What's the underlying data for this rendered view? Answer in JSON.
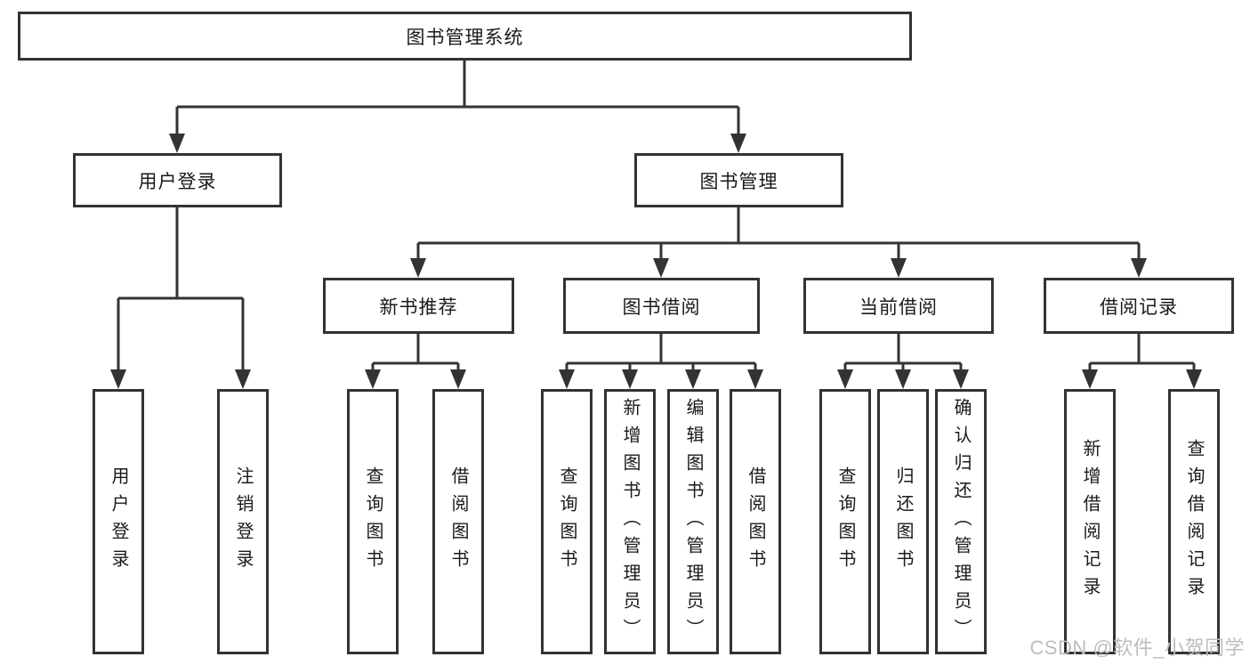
{
  "tree": {
    "label": "图书管理系统",
    "children": [
      {
        "label": "用户登录",
        "children": [
          {
            "label": "用户登录"
          },
          {
            "label": "注销登录"
          }
        ]
      },
      {
        "label": "图书管理",
        "children": [
          {
            "label": "新书推荐",
            "children": [
              {
                "label": "查询图书"
              },
              {
                "label": "借阅图书"
              }
            ]
          },
          {
            "label": "图书借阅",
            "children": [
              {
                "label": "查询图书"
              },
              {
                "label": "新增图书（管理员）"
              },
              {
                "label": "编辑图书（管理员）"
              },
              {
                "label": "借阅图书"
              }
            ]
          },
          {
            "label": "当前借阅",
            "children": [
              {
                "label": "查询图书"
              },
              {
                "label": "归还图书"
              },
              {
                "label": "确认归还（管理员）"
              }
            ]
          },
          {
            "label": "借阅记录",
            "children": [
              {
                "label": "新增借阅记录"
              },
              {
                "label": "查询借阅记录"
              }
            ]
          }
        ]
      }
    ]
  },
  "watermark": {
    "text": "CSDN @软件_小贺同学"
  },
  "colors": {
    "line": "#333333",
    "box_border": "#333333",
    "box_fill": "#ffffff",
    "text": "#1a1a1a",
    "watermark": "#bdbdbd",
    "background": "#ffffff"
  }
}
